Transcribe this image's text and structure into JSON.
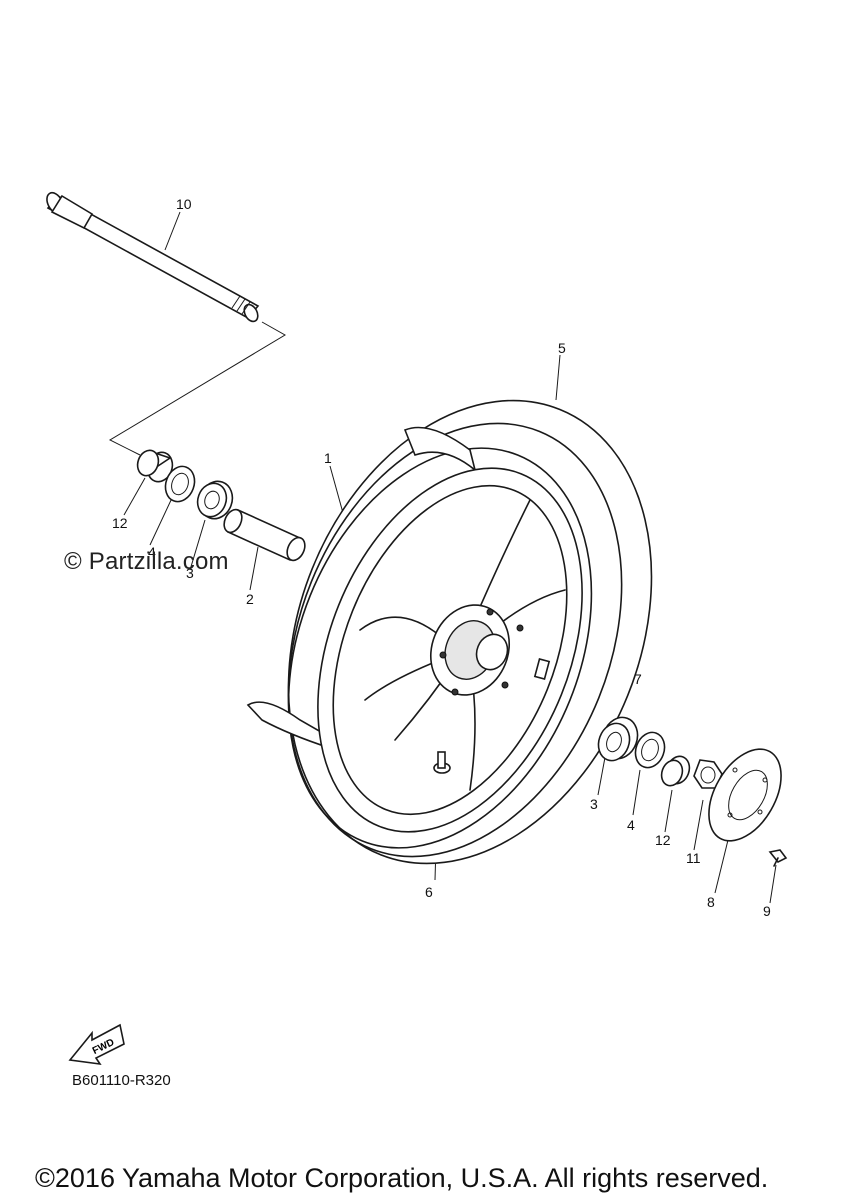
{
  "diagram": {
    "callouts": [
      {
        "id": "c10",
        "text": "10"
      },
      {
        "id": "c5",
        "text": "5"
      },
      {
        "id": "c1",
        "text": "1"
      },
      {
        "id": "c12a",
        "text": "12"
      },
      {
        "id": "c4a",
        "text": "4"
      },
      {
        "id": "c3a",
        "text": "3"
      },
      {
        "id": "c2",
        "text": "2"
      },
      {
        "id": "c7",
        "text": "7"
      },
      {
        "id": "c3b",
        "text": "3"
      },
      {
        "id": "c4b",
        "text": "4"
      },
      {
        "id": "c12b",
        "text": "12"
      },
      {
        "id": "c11",
        "text": "11"
      },
      {
        "id": "c8",
        "text": "8"
      },
      {
        "id": "c9",
        "text": "9"
      },
      {
        "id": "c6",
        "text": "6"
      }
    ],
    "fwd_label": "FWD",
    "diagram_code": "B601110-R320"
  },
  "watermark": "© Partzilla.com",
  "copyright": "©2016 Yamaha Motor Corporation, U.S.A. All rights reserved."
}
